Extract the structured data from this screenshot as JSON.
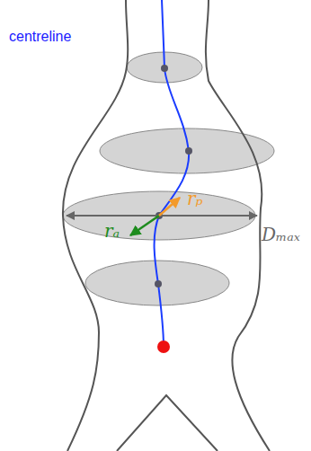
{
  "diagram": {
    "labels": [
      "centreline",
      "rₐ",
      "rₚ",
      "Dₘₐₓ"
    ]
  }
}
